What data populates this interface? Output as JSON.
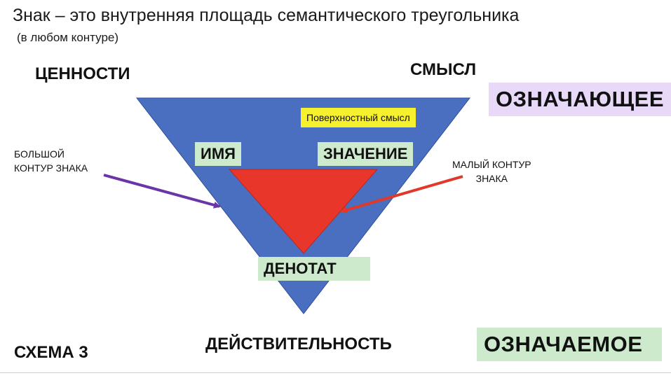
{
  "title": "Знак – это внутренняя площадь семантического треугольника",
  "subtitle": "(в любом контуре)",
  "corners": {
    "values": "ЦЕННОСТИ",
    "meaning": "СМЫСЛ",
    "reality": "ДЕЙСТВИТЕЛЬНОСТЬ"
  },
  "scheme_label": "СХЕМА 3",
  "signifier": "ОЗНАЧАЮЩЕЕ",
  "signified": "ОЗНАЧАЕМОЕ",
  "surface_meaning": "Поверхностный смысл",
  "inner_labels": {
    "name": "ИМЯ",
    "significance": "ЗНАЧЕНИЕ",
    "denotat": "ДЕНОТАТ"
  },
  "contours": {
    "large": [
      "БОЛЬШОЙ",
      "КОНТУР ЗНАКА"
    ],
    "small": [
      "МАЛЫЙ КОНТУР",
      "ЗНАКА"
    ]
  },
  "colors": {
    "outer_triangle": "#4a6fc1",
    "outer_stroke": "#2f4f9a",
    "inner_triangle": "#e8362a",
    "inner_stroke": "#b52a20",
    "large_arrow": "#6a35a6",
    "small_arrow": "#e0392c",
    "surface_box": "#f7f02e",
    "green_box": "#cdebcc",
    "signifier_box": "#e7d9f7",
    "signified_box": "#cdebcc"
  }
}
